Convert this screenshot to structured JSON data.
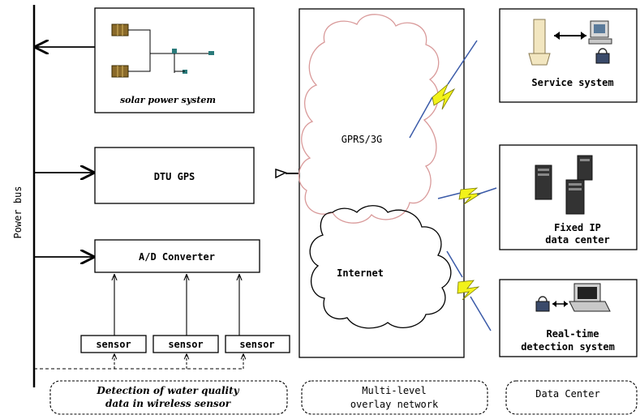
{
  "power_bus": {
    "label": "Power bus"
  },
  "solar": {
    "label": "solar power system"
  },
  "dtu": {
    "label": "DTU GPS"
  },
  "ad": {
    "label": "A/D Converter"
  },
  "sensors": [
    "sensor",
    "sensor",
    "sensor"
  ],
  "network": {
    "gprs_label": "GPRS/3G",
    "internet_label": "Internet"
  },
  "service": {
    "label": "Service system"
  },
  "fixed_ip": {
    "line1": "Fixed IP",
    "line2": "data center"
  },
  "realtime": {
    "line1": "Real-time",
    "line2": "detection system"
  },
  "groups": {
    "left_line1": "Detection of water quality",
    "left_line2": "data in wireless sensor",
    "middle_line1": "Multi-level",
    "middle_line2": "overlay network",
    "right": "Data Center"
  },
  "colors": {
    "cloud_upper": "#d99a9a",
    "cloud_lower": "#000000",
    "lightning_fill": "#f2f21a",
    "lightning_stroke": "#3a5aa8"
  },
  "icons": [
    "solar-panel-icon",
    "antenna-icon",
    "server-icon",
    "computer-icon",
    "lock-icon",
    "laptop-icon",
    "lightning-icon"
  ]
}
